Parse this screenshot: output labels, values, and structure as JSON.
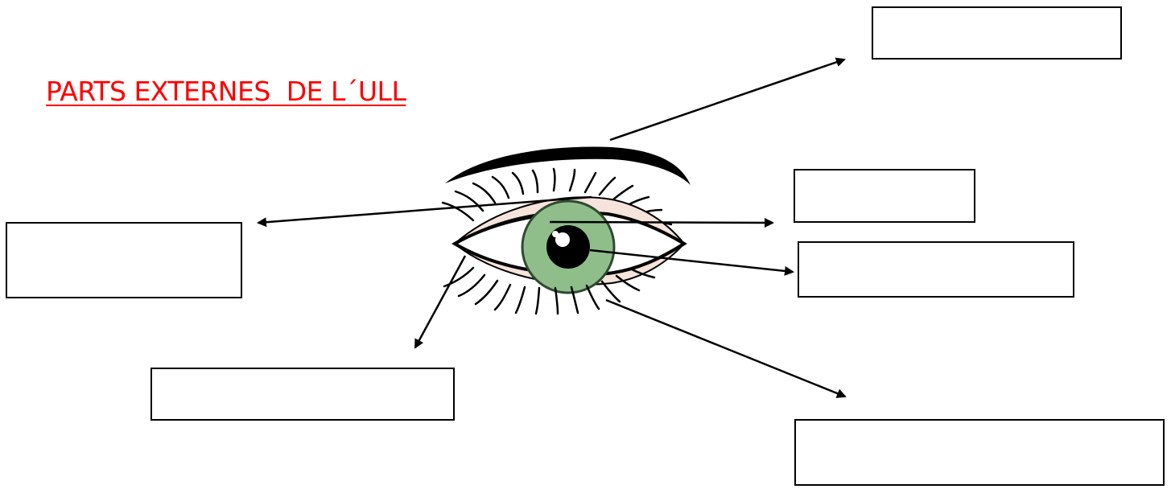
{
  "title": "PARTS EXTERNES  DE L´ULL",
  "colors": {
    "title": "#ff0000",
    "iris": "#8fbe8a",
    "iris_stroke": "#2f4a2f",
    "pupil": "#000000",
    "highlight": "#ffffff",
    "eyelid_rim": "#f6e3dc",
    "line": "#000000"
  },
  "icons": {
    "eye": "eye-illustration",
    "eyebrow": "eyebrow",
    "arrow": "arrow-pointer"
  },
  "answer_boxes": [
    {
      "id": "eyebrow",
      "text": ""
    },
    {
      "id": "eyelid",
      "text": ""
    },
    {
      "id": "iris",
      "text": ""
    },
    {
      "id": "pupil",
      "text": ""
    },
    {
      "id": "upper-eyelash",
      "text": ""
    },
    {
      "id": "lower-eyelash",
      "text": ""
    },
    {
      "id": "lower-eyelid",
      "text": ""
    }
  ]
}
